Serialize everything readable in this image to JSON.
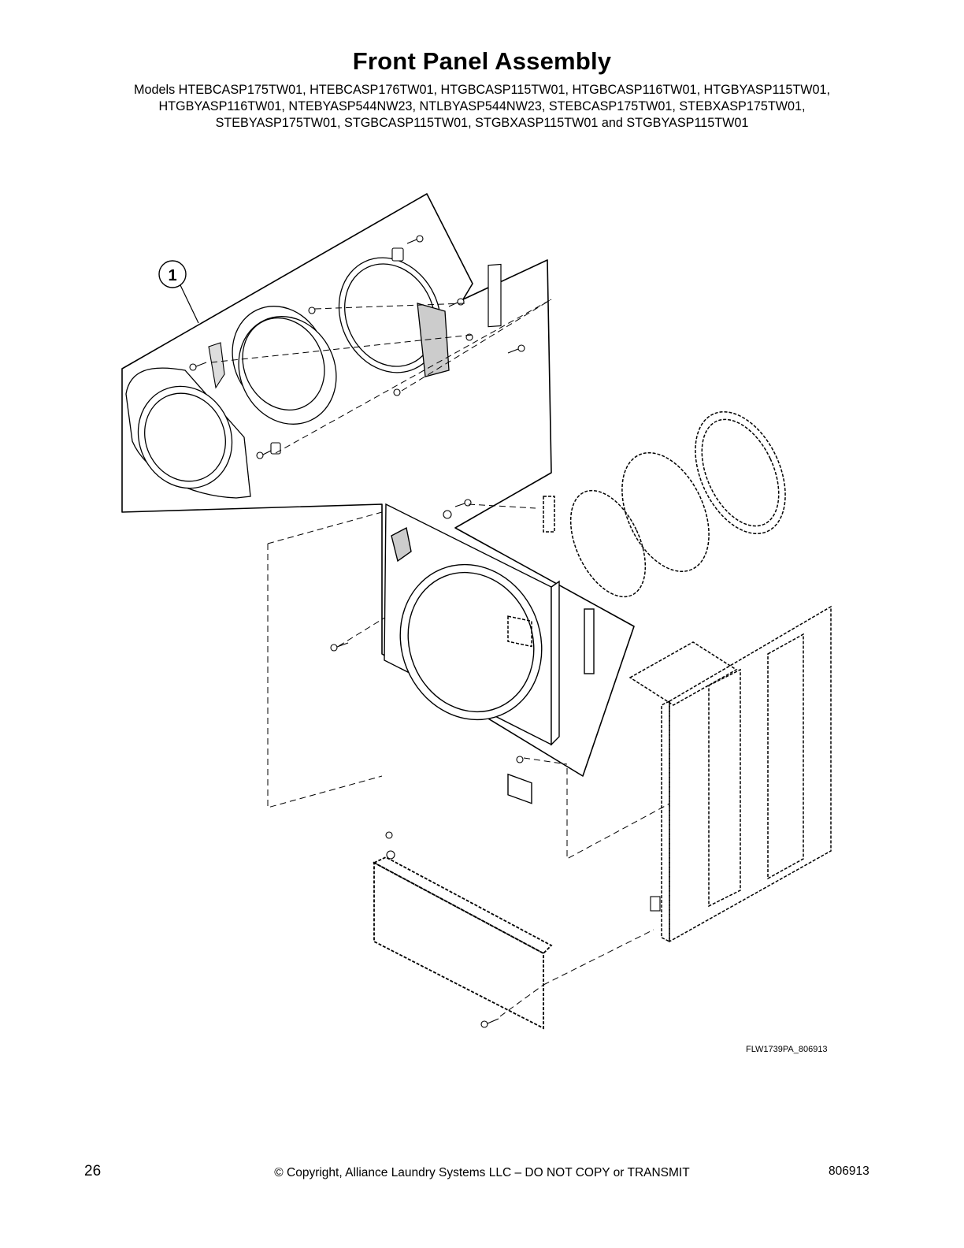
{
  "title": "Front Panel Assembly",
  "models": [
    "Models HTEBCASP175TW01, HTEBCASP176TW01, HTGBCASP115TW01, HTGBCASP116TW01, HTGBYASP115TW01,",
    "HTGBYASP116TW01, NTEBYASP544NW23, NTLBYASP544NW23, STEBCASP175TW01, STEBXASP175TW01,",
    "STEBYASP175TW01, STGBCASP115TW01, STGBXASP115TW01 and STGBYASP115TW01"
  ],
  "diagram": {
    "callouts": [
      {
        "label": "1"
      }
    ],
    "figure_code": "FLW1739PA_806913"
  },
  "footer": {
    "page_number": "26",
    "copyright": "© Copyright, Alliance Laundry Systems LLC – DO NOT COPY or TRANSMIT",
    "doc_number": "806913"
  }
}
